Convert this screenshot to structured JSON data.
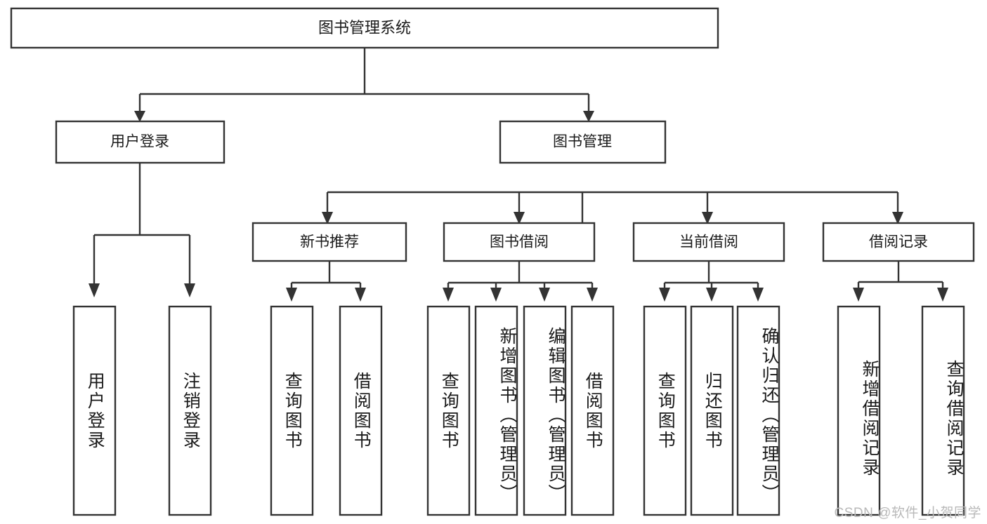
{
  "diagram": {
    "type": "tree",
    "title_node": {
      "id": "root",
      "label": "图书管理系统"
    },
    "level2": [
      {
        "id": "user-login",
        "label": "用户登录"
      },
      {
        "id": "book-management",
        "label": "图书管理"
      }
    ],
    "level3": [
      {
        "id": "new-book-recommend",
        "label": "新书推荐",
        "parent": "book-management"
      },
      {
        "id": "book-borrow",
        "label": "图书借阅",
        "parent": "book-management"
      },
      {
        "id": "current-borrow",
        "label": "当前借阅",
        "parent": "book-management"
      },
      {
        "id": "borrow-record",
        "label": "借阅记录",
        "parent": "book-management"
      }
    ],
    "leaves": [
      {
        "id": "leaf-user-login",
        "label": "用户登录",
        "parent": "user-login"
      },
      {
        "id": "leaf-logout-login",
        "label": "注销登录",
        "parent": "user-login"
      },
      {
        "id": "leaf-query-book-1",
        "label": "查询图书",
        "parent": "new-book-recommend"
      },
      {
        "id": "leaf-borrow-book-1",
        "label": "借阅图书",
        "parent": "new-book-recommend"
      },
      {
        "id": "leaf-query-book-2",
        "label": "查询图书",
        "parent": "book-borrow"
      },
      {
        "id": "leaf-add-book",
        "label": "新增图书（管理员）",
        "parent": "book-borrow"
      },
      {
        "id": "leaf-edit-book",
        "label": "编辑图书（管理员）",
        "parent": "book-borrow"
      },
      {
        "id": "leaf-borrow-book-2",
        "label": "借阅图书",
        "parent": "book-borrow"
      },
      {
        "id": "leaf-query-book-3",
        "label": "查询图书",
        "parent": "current-borrow"
      },
      {
        "id": "leaf-return-book",
        "label": "归还图书",
        "parent": "current-borrow"
      },
      {
        "id": "leaf-confirm-return",
        "label": "确认归还（管理员）",
        "parent": "current-borrow"
      },
      {
        "id": "leaf-add-record",
        "label": "新增借阅记录",
        "parent": "borrow-record"
      },
      {
        "id": "leaf-query-record",
        "label": "查询借阅记录",
        "parent": "borrow-record"
      }
    ],
    "colors": {
      "stroke": "#333333",
      "box_fill": "#ffffff",
      "text": "#1a1a1a",
      "background": "#ffffff",
      "watermark": "#b9b9b9"
    }
  },
  "watermark": {
    "text": "CSDN @软件_小贺同学"
  }
}
